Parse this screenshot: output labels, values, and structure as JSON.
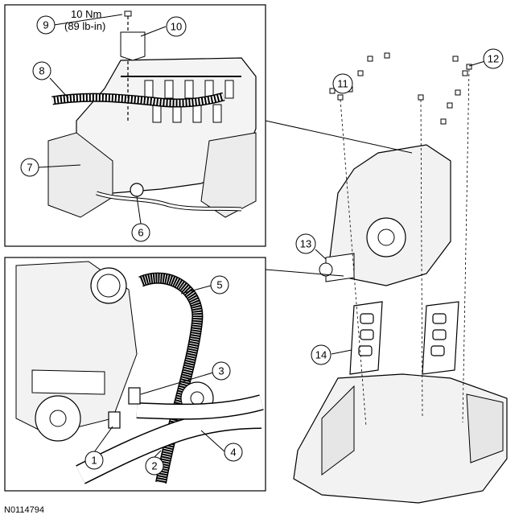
{
  "figure_id": "N0114794",
  "torque_spec": {
    "nm": "10 Nm",
    "lbin": "(89 lb-in)"
  },
  "callouts": {
    "c1": "1",
    "c2": "2",
    "c3": "3",
    "c4": "4",
    "c5": "5",
    "c6": "6",
    "c7": "7",
    "c8": "8",
    "c9": "9",
    "c10": "10",
    "c11": "11",
    "c12": "12",
    "c13": "13",
    "c14": "14"
  }
}
